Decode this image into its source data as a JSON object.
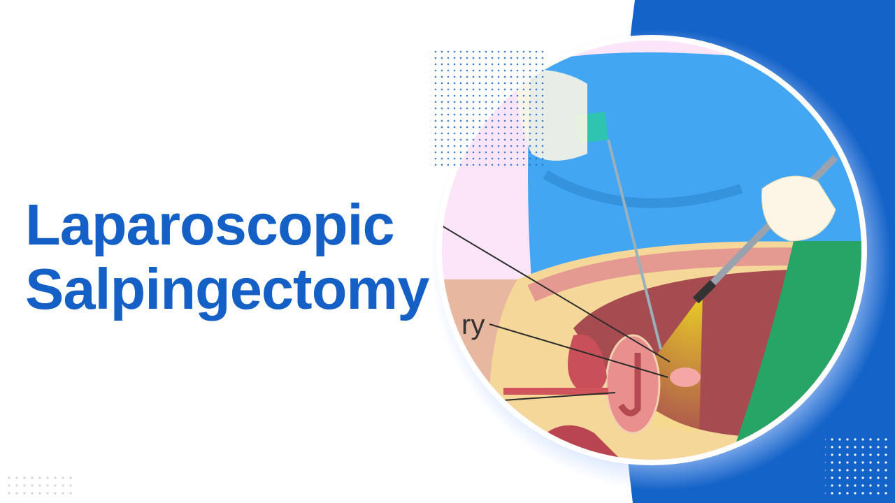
{
  "slide": {
    "title_line1": "Laparoscopic",
    "title_line2": "Salpingectomy",
    "partial_label": "ry"
  },
  "colors": {
    "title": "#1560c6",
    "accent_blue": "#1463c8",
    "gown_blue": "#42a6f2",
    "drape_green": "#27a566",
    "cavity": "#a64c50",
    "light_beam": "#f8e821"
  },
  "icons": [
    "dot-grid-decoration",
    "surgical-illustration"
  ]
}
